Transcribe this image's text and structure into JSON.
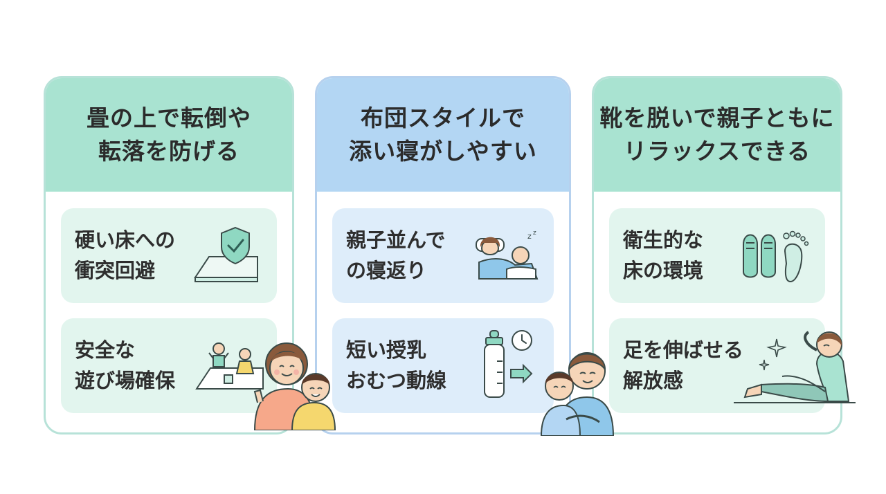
{
  "cards": [
    {
      "title": "畳の上で転倒や\n転落を防げる",
      "items": [
        {
          "text": "硬い床への\n衝突回避",
          "icon": "shield-floor-icon"
        },
        {
          "text": "安全な\n遊び場確保",
          "icon": "kids-playmat-icon"
        }
      ]
    },
    {
      "title": "布団スタイルで\n添い寝がしやすい",
      "items": [
        {
          "text": "親子並んで\nの寝返り",
          "icon": "sleeping-parent-baby-icon"
        },
        {
          "text": "短い授乳\nおむつ動線",
          "icon": "baby-bottle-clock-icon"
        }
      ]
    },
    {
      "title": "靴を脱いで親子ともに\nリラックスできる",
      "items": [
        {
          "text": "衛生的な\n床の環境",
          "icon": "shoes-footprint-icon"
        },
        {
          "text": "足を伸ばせる\n解放感",
          "icon": "relaxing-person-icon"
        }
      ]
    }
  ],
  "colors": {
    "green_header": "#a9e3d1",
    "blue_header": "#b3d6f3",
    "green_item": "#e2f5ee",
    "blue_item": "#deedfa"
  }
}
